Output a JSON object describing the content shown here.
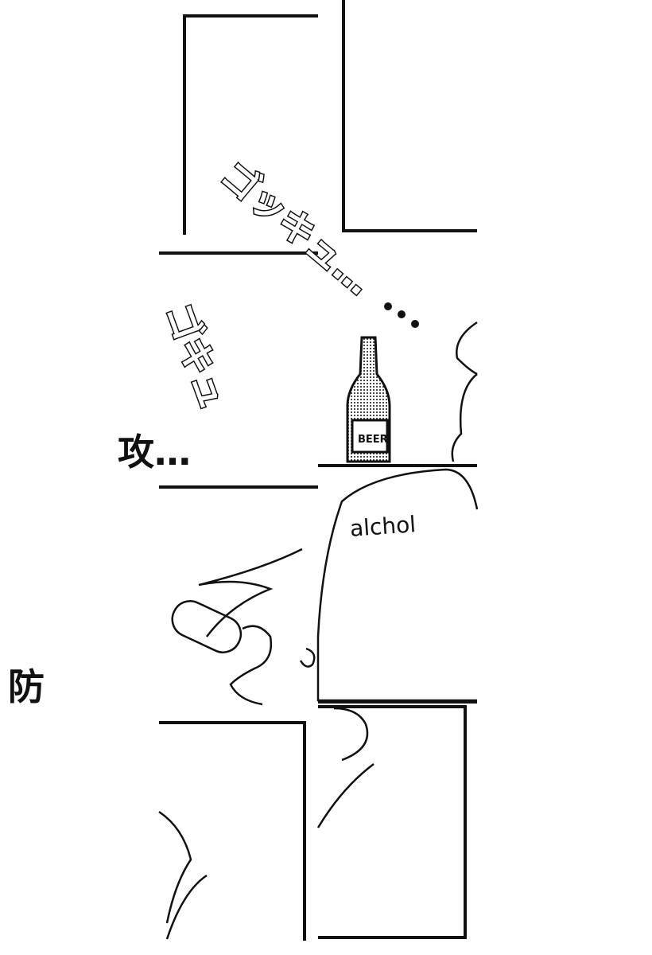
{
  "page": {
    "colors": {
      "ink": "#111111",
      "paper": "#ffffff"
    }
  },
  "sfx": {
    "gokkyu": "ゴッキュ…",
    "gokyu": "ゴキュ"
  },
  "caption": {
    "attack": "攻…",
    "defense": "防"
  },
  "props": {
    "bottle_label": "BEER",
    "shirt_text": "alchol"
  }
}
